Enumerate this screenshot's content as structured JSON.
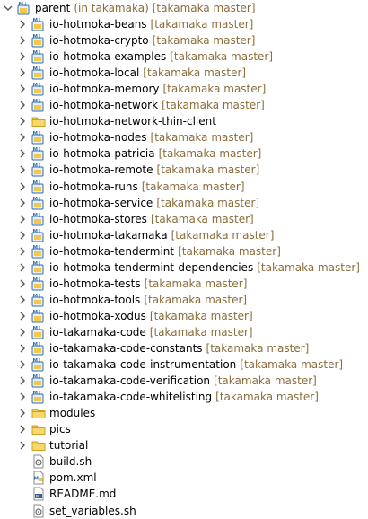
{
  "root": {
    "name": "parent",
    "context": "(in takamaka)",
    "branch": "[takamaka master]"
  },
  "items": [
    {
      "label": "io-hotmoka-beans",
      "branch": "[takamaka master]",
      "kind": "maven-project",
      "expandable": true
    },
    {
      "label": "io-hotmoka-crypto",
      "branch": "[takamaka master]",
      "kind": "maven-project",
      "expandable": true
    },
    {
      "label": "io-hotmoka-examples",
      "branch": "[takamaka master]",
      "kind": "maven-project",
      "expandable": true
    },
    {
      "label": "io-hotmoka-local",
      "branch": "[takamaka master]",
      "kind": "maven-project",
      "expandable": true
    },
    {
      "label": "io-hotmoka-memory",
      "branch": "[takamaka master]",
      "kind": "maven-project",
      "expandable": true
    },
    {
      "label": "io-hotmoka-network",
      "branch": "[takamaka master]",
      "kind": "maven-project",
      "expandable": true
    },
    {
      "label": "io-hotmoka-network-thin-client",
      "branch": "",
      "kind": "folder",
      "expandable": true
    },
    {
      "label": "io-hotmoka-nodes",
      "branch": "[takamaka master]",
      "kind": "maven-project",
      "expandable": true
    },
    {
      "label": "io-hotmoka-patricia",
      "branch": "[takamaka master]",
      "kind": "maven-project",
      "expandable": true
    },
    {
      "label": "io-hotmoka-remote",
      "branch": "[takamaka master]",
      "kind": "maven-project",
      "expandable": true
    },
    {
      "label": "io-hotmoka-runs",
      "branch": "[takamaka master]",
      "kind": "maven-project",
      "expandable": true
    },
    {
      "label": "io-hotmoka-service",
      "branch": "[takamaka master]",
      "kind": "maven-project",
      "expandable": true
    },
    {
      "label": "io-hotmoka-stores",
      "branch": "[takamaka master]",
      "kind": "maven-project",
      "expandable": true
    },
    {
      "label": "io-hotmoka-takamaka",
      "branch": "[takamaka master]",
      "kind": "maven-project",
      "expandable": true
    },
    {
      "label": "io-hotmoka-tendermint",
      "branch": "[takamaka master]",
      "kind": "maven-project",
      "expandable": true
    },
    {
      "label": "io-hotmoka-tendermint-dependencies",
      "branch": "[takamaka master]",
      "kind": "maven-project",
      "expandable": true
    },
    {
      "label": "io-hotmoka-tests",
      "branch": "[takamaka master]",
      "kind": "maven-project",
      "expandable": true
    },
    {
      "label": "io-hotmoka-tools",
      "branch": "[takamaka master]",
      "kind": "maven-project",
      "expandable": true
    },
    {
      "label": "io-hotmoka-xodus",
      "branch": "[takamaka master]",
      "kind": "maven-project",
      "expandable": true
    },
    {
      "label": "io-takamaka-code",
      "branch": "[takamaka master]",
      "kind": "maven-project",
      "expandable": true
    },
    {
      "label": "io-takamaka-code-constants",
      "branch": "[takamaka master]",
      "kind": "maven-project",
      "expandable": true
    },
    {
      "label": "io-takamaka-code-instrumentation",
      "branch": "[takamaka master]",
      "kind": "maven-project",
      "expandable": true
    },
    {
      "label": "io-takamaka-code-verification",
      "branch": "[takamaka master]",
      "kind": "maven-project",
      "expandable": true
    },
    {
      "label": "io-takamaka-code-whitelisting",
      "branch": "[takamaka master]",
      "kind": "maven-project",
      "expandable": true
    },
    {
      "label": "modules",
      "branch": "",
      "kind": "folder",
      "expandable": true
    },
    {
      "label": "pics",
      "branch": "",
      "kind": "folder",
      "expandable": true
    },
    {
      "label": "tutorial",
      "branch": "",
      "kind": "folder",
      "expandable": true
    },
    {
      "label": "build.sh",
      "branch": "",
      "kind": "shell-file",
      "expandable": false
    },
    {
      "label": "pom.xml",
      "branch": "",
      "kind": "xml-file",
      "expandable": false
    },
    {
      "label": "README.md",
      "branch": "",
      "kind": "markdown-file",
      "expandable": false
    },
    {
      "label": "set_variables.sh",
      "branch": "",
      "kind": "shell-file",
      "expandable": false
    }
  ],
  "colors": {
    "branch_text": "#8a6d3b",
    "folder_fill": "#f2c94c",
    "project_blue": "#2f6fb3",
    "chevron": "#555555"
  },
  "icons": {
    "expanded": "chevron-down-icon",
    "collapsed": "chevron-right-icon",
    "maven-project": "maven-project-icon",
    "folder": "folder-icon",
    "shell-file": "shell-file-icon",
    "xml-file": "xml-file-icon",
    "markdown-file": "markdown-file-icon"
  }
}
